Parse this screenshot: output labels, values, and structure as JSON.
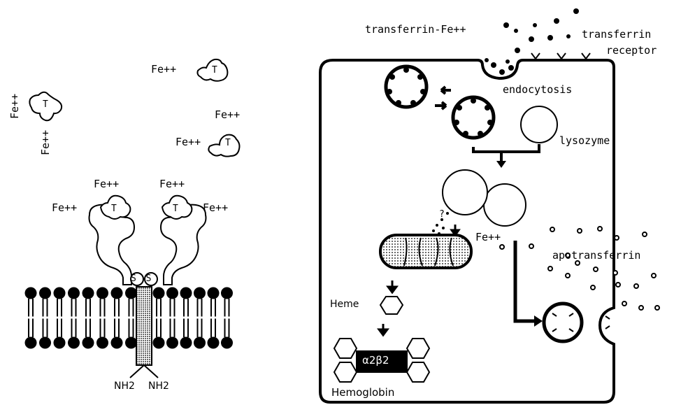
{
  "left_panel": {
    "free_iron_label": "Fe++",
    "transferrin_letter": "T",
    "disulfide_label": "S S",
    "terminus_label_left": "NH2",
    "terminus_label_right": "NH2"
  },
  "right_panel": {
    "transferrin_fe": "transferrin-Fe++",
    "transferrin_receptor_line1": "transferrin",
    "transferrin_receptor_line2": "receptor",
    "endocytosis": "endocytosis",
    "lysozyme": "lysozyme",
    "fe_released": "Fe++",
    "question": "?",
    "apotransferrin": "apotransferrin",
    "heme": "Heme",
    "hemoglobin": "Hemoglobin",
    "hemoglobin_subunits": "α2β2"
  }
}
